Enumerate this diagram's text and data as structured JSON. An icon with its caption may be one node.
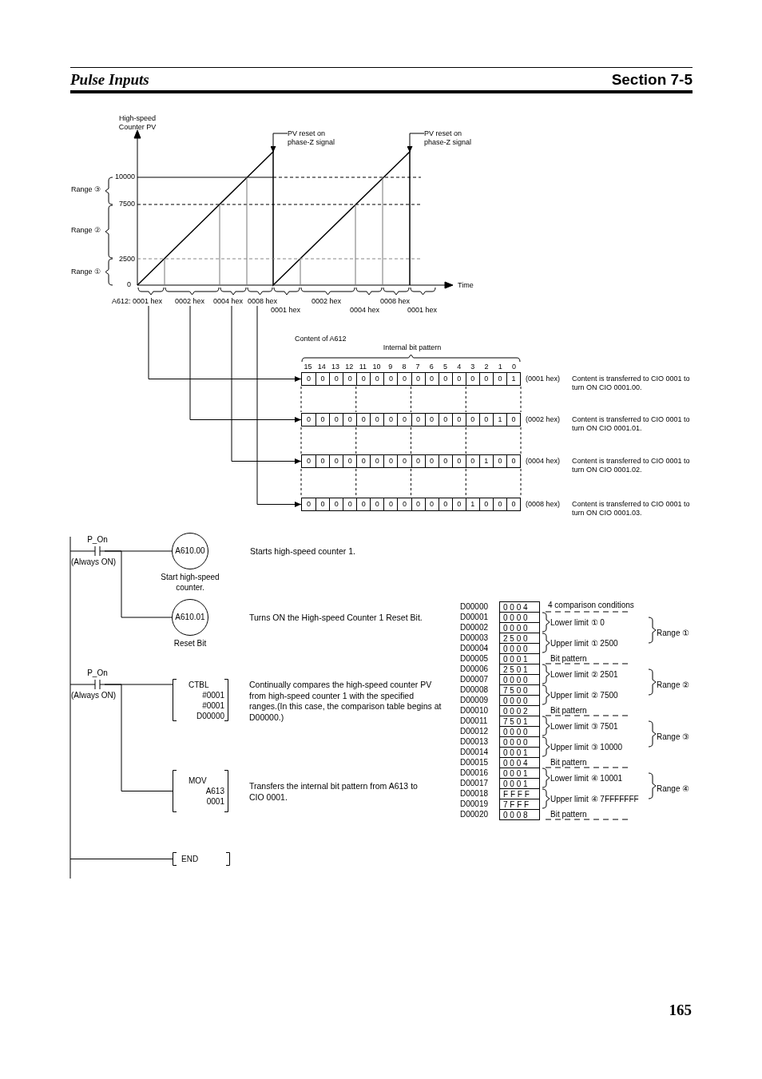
{
  "diagram": {
    "nodes": [
      {
        "text": [
          "PV reset on phase-Z signal"
        ]
      },
      {
        "text": [
          "PV reset on phase-Z signal"
        ]
      },
      {
        "text": [
          "A612: 0001 hex"
        ]
      },
      {
        "text": [
          "0002 hex"
        ]
      },
      {
        "text": [
          "0004 hex"
        ]
      },
      {
        "text": [
          "0008 hex"
        ]
      },
      {
        "text": [
          "0",
          "0",
          "0",
          "0",
          "0",
          "0",
          "0",
          "0",
          "0",
          "0",
          "0",
          "0",
          "0",
          "0",
          "0",
          "1"
        ],
        "beside": [
          "(0001 hex)",
          "Content is transferred to CIO 0001 to turn ON CIO 0001.00."
        ]
      },
      {
        "text": [
          "0",
          "0",
          "0",
          "0",
          "0",
          "0",
          "0",
          "0",
          "0",
          "0",
          "0",
          "0",
          "0",
          "0",
          "1",
          "0"
        ],
        "beside": [
          "(0002 hex)",
          "Content is transferred to CIO 0001 to turn ON CIO 0001.01."
        ]
      },
      {
        "text": [
          "0",
          "0",
          "0",
          "0",
          "0",
          "0",
          "0",
          "0",
          "0",
          "0",
          "0",
          "0",
          "0",
          "1",
          "0",
          "0"
        ],
        "beside": [
          "(0004 hex)",
          "Content is transferred to CIO 0001 to turn ON CIO 0001.02."
        ]
      },
      {
        "text": [
          "0",
          "0",
          "0",
          "0",
          "0",
          "0",
          "0",
          "0",
          "0",
          "0",
          "0",
          "0",
          "1",
          "0",
          "0",
          "0"
        ],
        "beside": [
          "(0008 hex)",
          "Content is transferred to CIO 0001 to turn ON CIO 0001.03."
        ]
      },
      {
        "text": [
          "P_On"
        ],
        "beside": [
          "(Always ON)"
        ]
      },
      {
        "text": [
          "A610.00"
        ],
        "beside": [
          "Start high-speed counter."
        ]
      },
      {
        "text": [
          "A610.01"
        ],
        "beside": [
          "Reset Bit"
        ]
      },
      {
        "text": [
          "P_On"
        ],
        "beside": [
          "(Always ON)"
        ]
      },
      {
        "text": [
          "CTBL",
          "#0001",
          "#0001",
          "D00000"
        ]
      },
      {
        "text": [
          "MOV",
          "A613",
          "0001"
        ]
      },
      {
        "text": [
          "END"
        ]
      }
    ],
    "edges": [
      {
        "from": 0,
        "to": null,
        "arrow": "to"
      },
      {
        "from": 1,
        "to": null,
        "arrow": "to"
      },
      {
        "from": 2,
        "to": 6,
        "arrow": "to"
      },
      {
        "from": 3,
        "to": 7,
        "arrow": "to"
      },
      {
        "from": 4,
        "to": 8,
        "arrow": "to"
      },
      {
        "from": 5,
        "to": 9,
        "arrow": "to"
      },
      {
        "from": 10,
        "to": 11,
        "arrow": "none"
      },
      {
        "from": 10,
        "to": 12,
        "arrow": "none"
      },
      {
        "from": 13,
        "to": 14,
        "arrow": "none"
      },
      {
        "from": 13,
        "to": 15,
        "arrow": "none"
      },
      {
        "from": null,
        "to": 16,
        "arrow": "none"
      },
      {
        "from": null,
        "to": 10,
        "arrow": "none"
      },
      {
        "from": null,
        "to": 13,
        "arrow": "none"
      }
    ],
    "labels": [
      "Pulse Inputs",
      "Section 7-5",
      "High-speed Counter PV",
      "Range ③",
      "10000",
      "7500",
      "Range ②",
      "2500",
      "Range ①",
      "0",
      "Time",
      "0001 hex",
      "0002 hex",
      "0004 hex",
      "0008 hex",
      "0001 hex",
      "Content of A612",
      "Internal bit pattern",
      "15",
      "14",
      "13",
      "12",
      "11",
      "10",
      "9",
      "8",
      "7",
      "6",
      "5",
      "4",
      "3",
      "2",
      "1",
      "0",
      "Starts high-speed counter 1.",
      "Turns ON the High-speed Counter 1 Reset Bit.",
      "Continually compares the high-speed counter PV from high-speed counter 1 with the specified ranges.(In this case, the comparison table begins at D00000.)",
      "Transfers the internal bit pattern from A613 to CIO 0001.",
      "D00000",
      "0 0 0 4",
      "D00001",
      "0 0 0 0",
      "D00002",
      "0 0 0 0",
      "D00003",
      "2 5 0 0",
      "D00004",
      "0 0 0 0",
      "D00005",
      "0 0 0 1",
      "D00006",
      "2 5 0 1",
      "D00007",
      "0 0 0 0",
      "D00008",
      "7 5 0 0",
      "D00009",
      "0 0 0 0",
      "D00010",
      "0 0 0 2",
      "D00011",
      "7 5 0 1",
      "D00012",
      "0 0 0 0",
      "D00013",
      "0 0 0 0",
      "D00014",
      "0 0 0 1",
      "D00015",
      "0 0 0 4",
      "D00016",
      "0 0 0 1",
      "D00017",
      "0 0 0 1",
      "D00018",
      "F F F F",
      "D00019",
      "7 F F F",
      "D00020",
      "0 0 0 8",
      "4 comparison conditions",
      "Lower limit ① 0",
      "Upper limit ① 2500",
      "Bit pattern",
      "Range ①",
      "Lower limit ② 2501",
      "Upper limit ② 7500",
      "Bit pattern",
      "Range ②",
      "Lower limit ③ 7501",
      "Upper limit ③ 10000",
      "Bit pattern",
      "Range ③",
      "Lower limit ④ 10001",
      "Upper limit ④ 7FFFFFFF",
      "Bit pattern",
      "Range ④",
      "165"
    ]
  }
}
